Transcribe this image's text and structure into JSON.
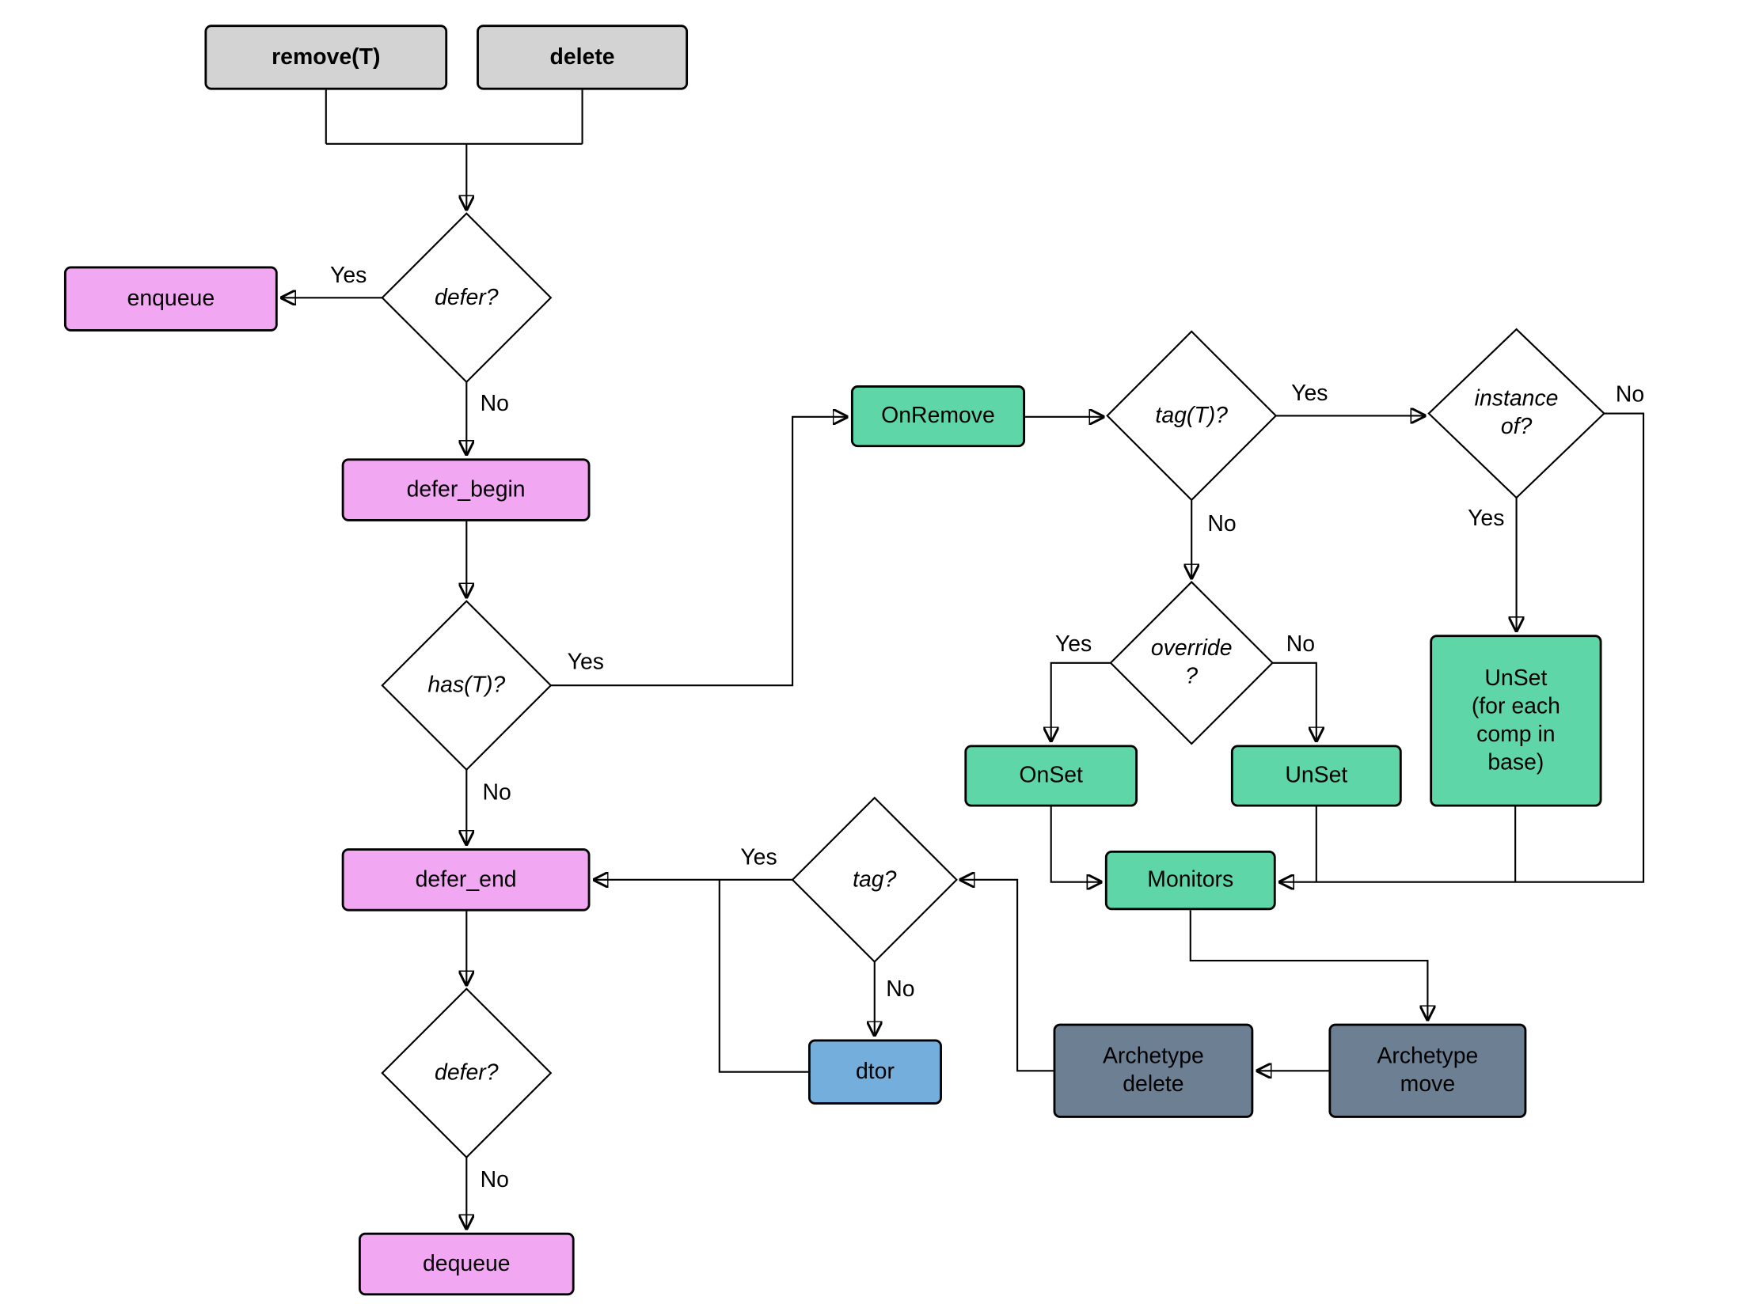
{
  "colors": {
    "entry": "#d3d3d3",
    "defer": "#f2a7f2",
    "hook": "#5fd6a7",
    "dtor": "#74aedd",
    "archetype": "#6d8093",
    "line": "#000000"
  },
  "nodes": {
    "remove": {
      "label": "remove(T)"
    },
    "delete": {
      "label": "delete"
    },
    "enqueue": {
      "label": "enqueue"
    },
    "defer1": {
      "label": "defer?"
    },
    "defer_begin": {
      "label": "defer_begin"
    },
    "hasT": {
      "label": "has(T)?"
    },
    "defer_end": {
      "label": "defer_end"
    },
    "defer2": {
      "label": "defer?"
    },
    "dequeue": {
      "label": "dequeue"
    },
    "onremove": {
      "label": "OnRemove"
    },
    "tagT": {
      "label": "tag(T)?"
    },
    "instance_of": {
      "label": "instance\nof?"
    },
    "override": {
      "label": "override\n?"
    },
    "onset": {
      "label": "OnSet"
    },
    "unset": {
      "label": "UnSet"
    },
    "unset_base": {
      "label": "UnSet\n(for each\ncomp in\nbase)"
    },
    "monitors": {
      "label": "Monitors"
    },
    "tag": {
      "label": "tag?"
    },
    "dtor": {
      "label": "dtor"
    },
    "archetype_delete": {
      "label": "Archetype\ndelete"
    },
    "archetype_move": {
      "label": "Archetype\nmove"
    }
  },
  "edge_labels": {
    "defer1_yes": "Yes",
    "defer1_no": "No",
    "hasT_yes": "Yes",
    "hasT_no": "No",
    "tagT_yes": "Yes",
    "tagT_no": "No",
    "instance_yes": "Yes",
    "instance_no": "No",
    "override_yes": "Yes",
    "override_no": "No",
    "tag_yes": "Yes",
    "tag_no": "No",
    "defer2_no": "No"
  }
}
